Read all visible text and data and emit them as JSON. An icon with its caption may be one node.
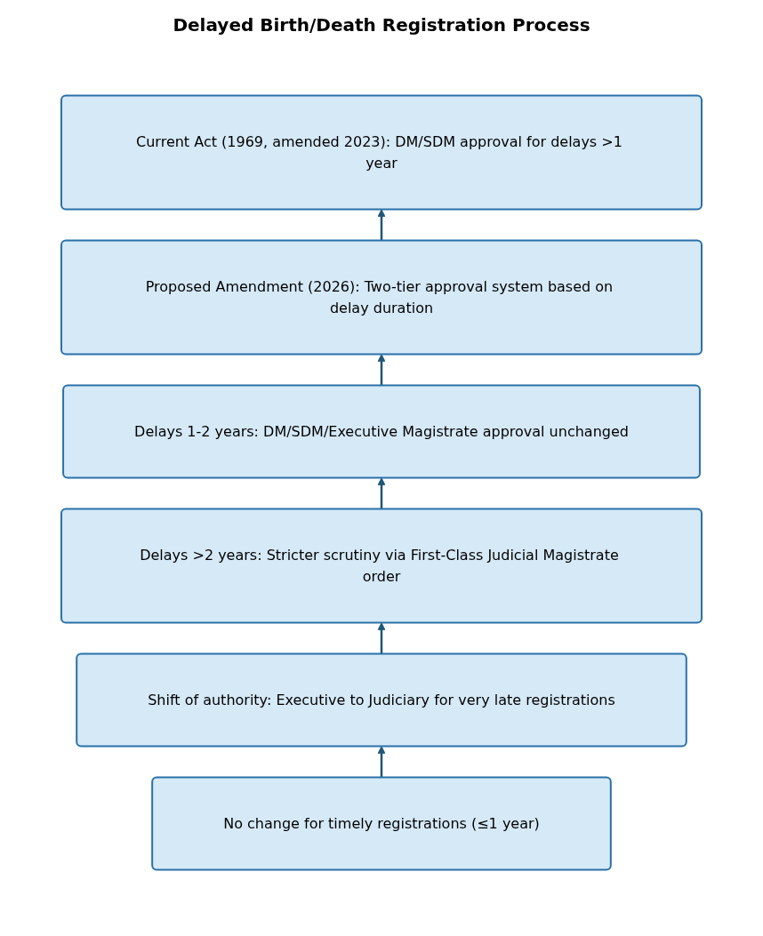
{
  "diagram": {
    "title": "Delayed Birth/Death Registration Process",
    "nodes": [
      {
        "text": [
          "Current Act (1969, amended 2023): DM/SDM approval for delays >1 year"
        ]
      },
      {
        "text": [
          "Proposed Amendment (2026): Two-tier approval system based on delay duration"
        ]
      },
      {
        "text": [
          "Delays 1-2 years: DM/SDM/Executive Magistrate approval unchanged"
        ]
      },
      {
        "text": [
          "Delays >2 years: Stricter scrutiny via First-Class Judicial Magistrate order"
        ]
      },
      {
        "text": [
          "Shift of authority: Executive to Judiciary for very late registrations"
        ]
      },
      {
        "text": [
          "No change for timely registrations (≤1 year)"
        ]
      }
    ],
    "edges": [
      {
        "from": 1,
        "to": 0,
        "arrow": "to"
      },
      {
        "from": 2,
        "to": 1,
        "arrow": "to"
      },
      {
        "from": 3,
        "to": 2,
        "arrow": "to"
      },
      {
        "from": 4,
        "to": 3,
        "arrow": "to"
      },
      {
        "from": 5,
        "to": 4,
        "arrow": "to"
      }
    ]
  }
}
